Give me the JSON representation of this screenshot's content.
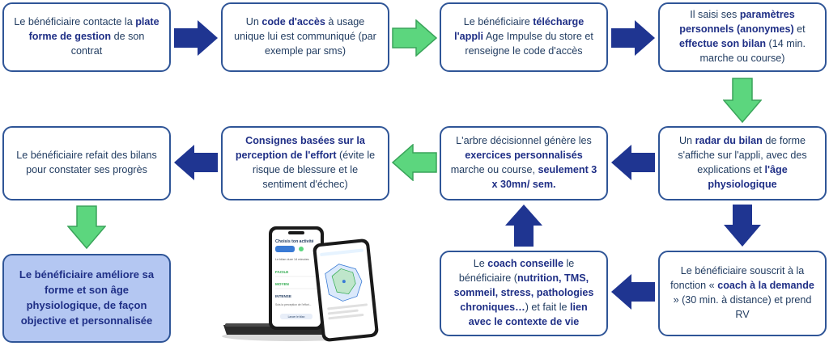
{
  "colors": {
    "box_border": "#2f5597",
    "arrow_dark": "#1f3591",
    "arrow_green": "#5cd67e",
    "final_fill": "#b4c7f2",
    "bold_text": "#1f2f86"
  },
  "steps": {
    "s1": {
      "t1": "Le bénéficiaire contacte la ",
      "b1": "plate forme de gestion",
      "t2": " de son contrat"
    },
    "s2": {
      "t1": "Un ",
      "b1": "code d'accès",
      "t2": " à usage unique lui est communiqué (par exemple par sms)"
    },
    "s3": {
      "t1": "Le bénéficiaire ",
      "b1": "télécharge l'appli",
      "t2": " Age Impulse du store et renseigne le code d'accès"
    },
    "s4": {
      "t1": "Il saisi ses ",
      "b1": "paramètres personnels (anonymes)",
      "t2": " et ",
      "b2": "effectue son bilan",
      "t3": " (14 min. marche ou course)"
    },
    "s5": {
      "t1": "Un ",
      "b1": "radar du bilan",
      "t2": " de forme s'affiche sur l'appli, avec des explications et ",
      "b2": "l'âge physiologique"
    },
    "s6": {
      "t1": "L'arbre décisionnel génère les ",
      "b1": "exercices personnalisés",
      "t2": " marche ou course, ",
      "b2": "seulement 3 x 30mn/ sem."
    },
    "s7": {
      "b1": "Consignes basées sur la perception de l'effort",
      "t2": " (évite le risque de blessure et le sentiment d'échec)"
    },
    "s8": {
      "t1": "Le bénéficiaire refait des bilans pour constater ses progrès"
    },
    "s9": {
      "t1": "Le bénéficiaire souscrit à la fonction « ",
      "b1": "coach à la demande",
      "t2": " » (30 min. à distance) et prend RV"
    },
    "s10": {
      "t1": "Le ",
      "b1": "coach conseille",
      "t2": " le bénéficiaire (",
      "b2": "nutrition, TMS, sommeil, stress, pathologies chroniques…",
      "t3": ") et fait le ",
      "b3": "lien avec le contexte de vie"
    },
    "final": {
      "t1": "Le bénéficiaire améliore sa forme et son âge physiologique,  de façon objective et personnalisée"
    }
  },
  "phone": {
    "screen_title": "Choisis ton activité",
    "intro": "Le bilan dure 14 minutes",
    "levels": [
      "FACILE",
      "MOYEN",
      "INTENSE"
    ],
    "note": "Sois la perception de l'effort...",
    "button": "Lancer le bilan"
  }
}
